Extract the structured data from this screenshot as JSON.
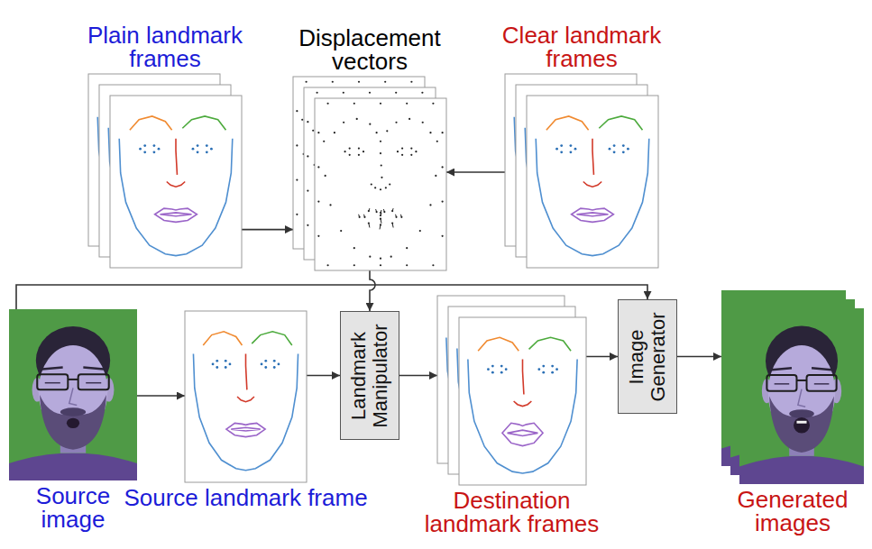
{
  "diagram": {
    "nodes": [
      {
        "text": [
          "Plain landmark frames"
        ]
      },
      {
        "text": [
          "Displacement vectors"
        ]
      },
      {
        "text": [
          "Clear landmark frames"
        ]
      },
      {
        "text": [
          "Source image"
        ]
      },
      {
        "text": [
          "Source landmark frame"
        ]
      },
      {
        "text": [
          "Landmark Manipulator"
        ]
      },
      {
        "text": [
          "Destination landmark frames"
        ]
      },
      {
        "text": [
          "Image Generator"
        ]
      },
      {
        "text": [
          "Generated images"
        ]
      }
    ],
    "edges": [
      {
        "from": 0,
        "to": 1,
        "arrow": "to"
      },
      {
        "from": 2,
        "to": 1,
        "arrow": "to"
      },
      {
        "from": 1,
        "to": 5,
        "arrow": "to"
      },
      {
        "from": 3,
        "to": 4,
        "arrow": "to"
      },
      {
        "from": 4,
        "to": 5,
        "arrow": "to"
      },
      {
        "from": 5,
        "to": 6,
        "arrow": "to"
      },
      {
        "from": 6,
        "to": 7,
        "arrow": "to"
      },
      {
        "from": 7,
        "to": 8,
        "arrow": "to"
      },
      {
        "from": 3,
        "to": 7,
        "arrow": "to"
      }
    ]
  }
}
